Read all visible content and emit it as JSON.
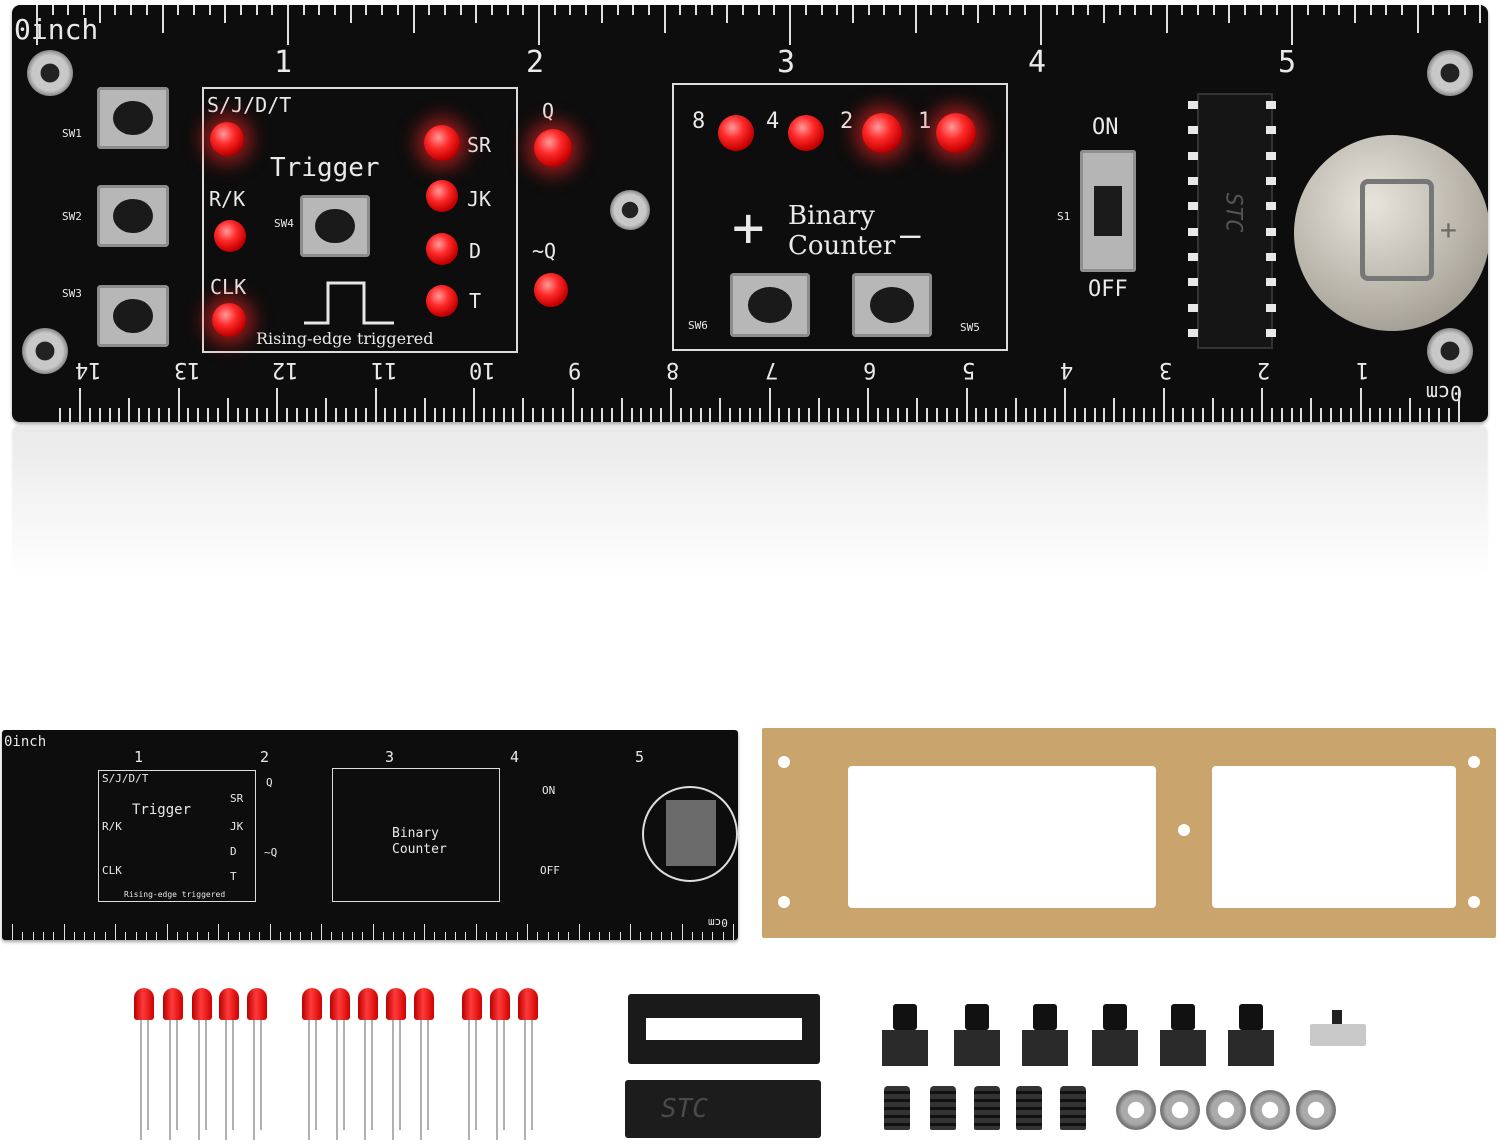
{
  "board": {
    "inch_label": "0inch",
    "inch_marks": [
      "1",
      "2",
      "3",
      "4",
      "5"
    ],
    "cm_label": "0cm",
    "cm_marks": [
      "1",
      "2",
      "3",
      "4",
      "5",
      "6",
      "7",
      "8",
      "9",
      "10",
      "11",
      "12",
      "13",
      "14"
    ],
    "switch_labels": [
      "SW1",
      "SW2",
      "SW3",
      "SW4",
      "SW5",
      "SW6",
      "S1"
    ],
    "trigger": {
      "title": "Trigger",
      "inputs": [
        "S/J/D/T",
        "R/K",
        "CLK"
      ],
      "outputs": [
        "SR",
        "JK",
        "D",
        "T"
      ],
      "q_label": "Q",
      "qbar_label": "~Q",
      "caption": "Rising-edge triggered"
    },
    "counter": {
      "title_line1": "Binary",
      "title_line2": "Counter",
      "bits": [
        "8",
        "4",
        "2",
        "1"
      ],
      "plus": "+",
      "minus": "—"
    },
    "power": {
      "on": "ON",
      "off": "OFF"
    },
    "chip_marking": "STC"
  },
  "colors": {
    "pcb": "#0d0d0d",
    "silk": "#e9e9e9",
    "led": "#ff2a2a",
    "acrylic": "#c9a56d"
  },
  "parts": {
    "led_count": 13,
    "tact_switch_count": 6,
    "screw_count": 5,
    "nut_count": 5
  }
}
